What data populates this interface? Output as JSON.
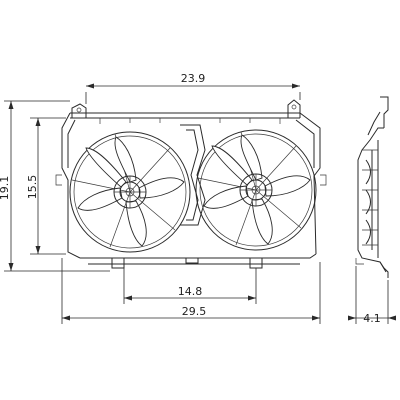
{
  "dimensions": {
    "top_width": "23.9",
    "total_height": "19.1",
    "inner_height": "15.5",
    "fan_spacing": "14.8",
    "total_width": "29.5",
    "depth": "4.1"
  }
}
